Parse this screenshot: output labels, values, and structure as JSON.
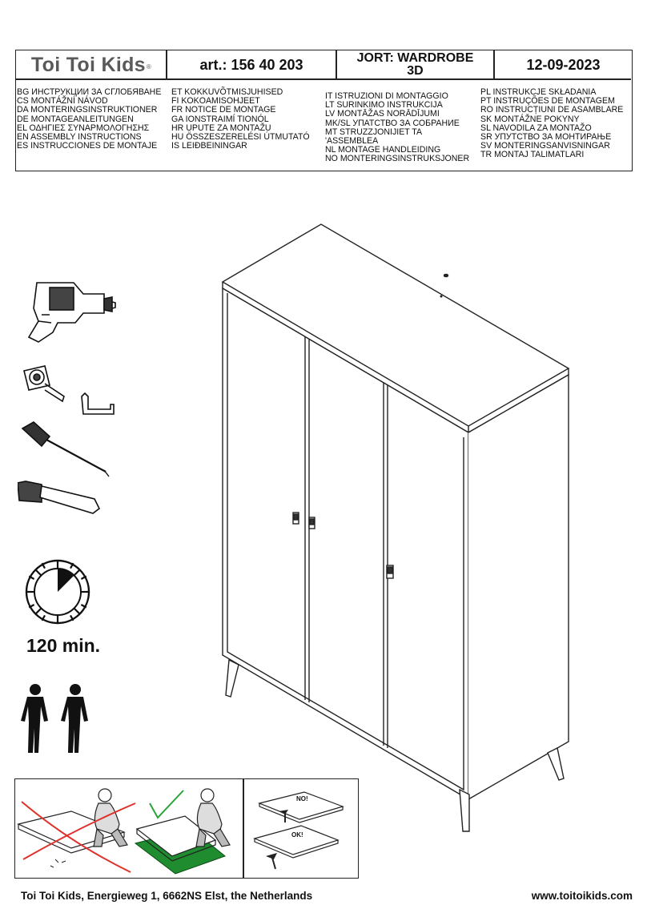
{
  "header": {
    "logo": "Toi Toi Kids",
    "logo_mark": "®",
    "article": "art.: 156 40 203",
    "title_line1": "JORT: WARDROBE",
    "title_line2": "3D",
    "date": "12-09-2023"
  },
  "languages": {
    "col1": [
      "BG ИНСТРУКЦИИ ЗА СГЛОБЯВАНЕ",
      "CS MONTÁŽNÍ NÁVOD",
      "DA MONTERINGSINSTRUKTIONER",
      "DE MONTAGEANLEITUNGEN",
      "EL ΟΔΗΓΙΕΣ ΣΥΝΑΡΜΟΛΟΓΗΣΗΣ",
      "EN ASSEMBLY INSTRUCTIONS",
      "ES INSTRUCCIONES DE MONTAJE"
    ],
    "col2": [
      "ET KOKKUVÕTMISJUHISED",
      "FI KOKOAMISOHJEET",
      "FR NOTICE DE MONTAGE",
      "GA IONSTRAIMÍ TIONÓL",
      "HR UPUTE ZA MONTAŽU",
      "HU ÖSSZESZERELÉSI ÚTMUTATÓ",
      "IS LEIÐBEININGAR"
    ],
    "col3": [
      "IT ISTRUZIONI DI MONTAGGIO",
      "LT SURINKIMO INSTRUKCIJA",
      "LV MONTĀŽAS NORĀDĪJUMI",
      "MK/SL УПАТСТВО ЗА СОБРАНИЕ",
      "MT STRUZZJONIJIET TA",
      "'ASSEMBLEA",
      "NL MONTAGE HANDLEIDING",
      "NO MONTERINGSINSTRUKSJONER"
    ],
    "col4": [
      "PL INSTRUKCJE SKŁADANIA",
      "PT INSTRUÇÕES DE MONTAGEM",
      "RO INSTRUCȚIUNI DE ASAMBLARE",
      "SK MONTÁŽNE POKYNY",
      "SL NAVODILA ZA MONTAŽO",
      "SR УПУТСТВО ЗА МОНТИРАЊЕ",
      "SV MONTERINGSANVISNINGAR",
      "TR MONTAJ TALIMATLARI"
    ]
  },
  "tools": [
    "drill-icon",
    "tape-measure-icon",
    "allen-key-icon",
    "screwdriver-icon",
    "hammer-icon"
  ],
  "assembly_time": "120 min.",
  "persons_required": 2,
  "floor_note": {
    "no": "NO!",
    "ok": "OK!"
  },
  "footer": {
    "address": "Toi Toi Kids, Energieweg 1, 6662NS Elst, the Netherlands",
    "website": "www.toitoikids.com"
  }
}
